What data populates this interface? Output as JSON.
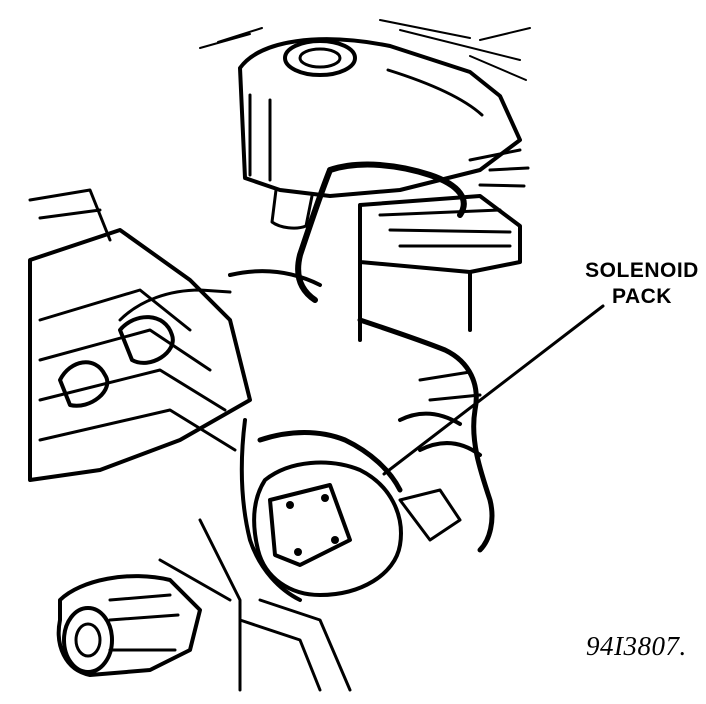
{
  "callout": {
    "line1": "SOLENOID",
    "line2": "PACK"
  },
  "figure_id": "94I3807."
}
